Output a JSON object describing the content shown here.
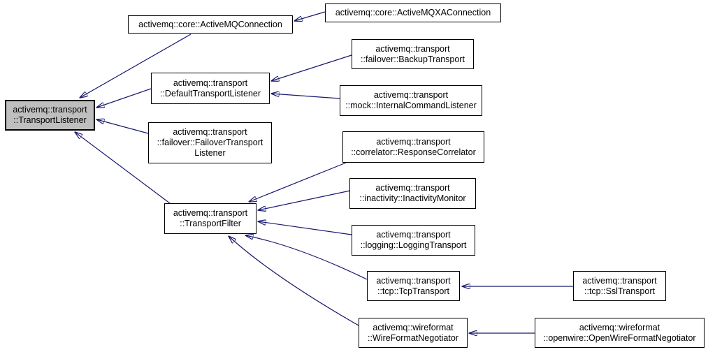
{
  "diagram": {
    "type": "class-inheritance-graph",
    "colors": {
      "background": "#ffffff",
      "edge": "#191970",
      "node_border": "#000000",
      "node_fill": "#ffffff",
      "highlight_fill": "#bfbfbf",
      "text": "#000000"
    },
    "nodes": [
      {
        "id": "transport-listener",
        "highlighted": true,
        "lines": [
          "activemq::transport",
          "::TransportListener"
        ]
      },
      {
        "id": "activemq-connection",
        "highlighted": false,
        "lines": [
          "activemq::core::ActiveMQConnection"
        ]
      },
      {
        "id": "activemq-xa-connection",
        "highlighted": false,
        "lines": [
          "activemq::core::ActiveMQXAConnection"
        ]
      },
      {
        "id": "default-transport-listener",
        "highlighted": false,
        "lines": [
          "activemq::transport",
          "::DefaultTransportListener"
        ]
      },
      {
        "id": "backup-transport",
        "highlighted": false,
        "lines": [
          "activemq::transport",
          "::failover::BackupTransport"
        ]
      },
      {
        "id": "internal-command-listener",
        "highlighted": false,
        "lines": [
          "activemq::transport",
          "::mock::InternalCommandListener"
        ]
      },
      {
        "id": "failover-transport-listener",
        "highlighted": false,
        "lines": [
          "activemq::transport",
          "::failover::FailoverTransport",
          "Listener"
        ]
      },
      {
        "id": "transport-filter",
        "highlighted": false,
        "lines": [
          "activemq::transport",
          "::TransportFilter"
        ]
      },
      {
        "id": "response-correlator",
        "highlighted": false,
        "lines": [
          "activemq::transport",
          "::correlator::ResponseCorrelator"
        ]
      },
      {
        "id": "inactivity-monitor",
        "highlighted": false,
        "lines": [
          "activemq::transport",
          "::inactivity::InactivityMonitor"
        ]
      },
      {
        "id": "logging-transport",
        "highlighted": false,
        "lines": [
          "activemq::transport",
          "::logging::LoggingTransport"
        ]
      },
      {
        "id": "tcp-transport",
        "highlighted": false,
        "lines": [
          "activemq::transport",
          "::tcp::TcpTransport"
        ]
      },
      {
        "id": "ssl-transport",
        "highlighted": false,
        "lines": [
          "activemq::transport",
          "::tcp::SslTransport"
        ]
      },
      {
        "id": "wireformat-negotiator",
        "highlighted": false,
        "lines": [
          "activemq::wireformat",
          "::WireFormatNegotiator"
        ]
      },
      {
        "id": "openwire-format-negotiator",
        "highlighted": false,
        "lines": [
          "activemq::wireformat",
          "::openwire::OpenWireFormatNegotiator"
        ]
      }
    ],
    "edges": [
      {
        "from": "activemq-xa-connection",
        "to": "activemq-connection",
        "relation": "inherits"
      },
      {
        "from": "activemq-connection",
        "to": "transport-listener",
        "relation": "inherits"
      },
      {
        "from": "default-transport-listener",
        "to": "transport-listener",
        "relation": "inherits"
      },
      {
        "from": "failover-transport-listener",
        "to": "transport-listener",
        "relation": "inherits"
      },
      {
        "from": "transport-filter",
        "to": "transport-listener",
        "relation": "inherits"
      },
      {
        "from": "backup-transport",
        "to": "default-transport-listener",
        "relation": "inherits"
      },
      {
        "from": "internal-command-listener",
        "to": "default-transport-listener",
        "relation": "inherits"
      },
      {
        "from": "response-correlator",
        "to": "transport-filter",
        "relation": "inherits"
      },
      {
        "from": "inactivity-monitor",
        "to": "transport-filter",
        "relation": "inherits"
      },
      {
        "from": "logging-transport",
        "to": "transport-filter",
        "relation": "inherits"
      },
      {
        "from": "tcp-transport",
        "to": "transport-filter",
        "relation": "inherits"
      },
      {
        "from": "wireformat-negotiator",
        "to": "transport-filter",
        "relation": "inherits"
      },
      {
        "from": "ssl-transport",
        "to": "tcp-transport",
        "relation": "inherits"
      },
      {
        "from": "openwire-format-negotiator",
        "to": "wireformat-negotiator",
        "relation": "inherits"
      }
    ]
  }
}
